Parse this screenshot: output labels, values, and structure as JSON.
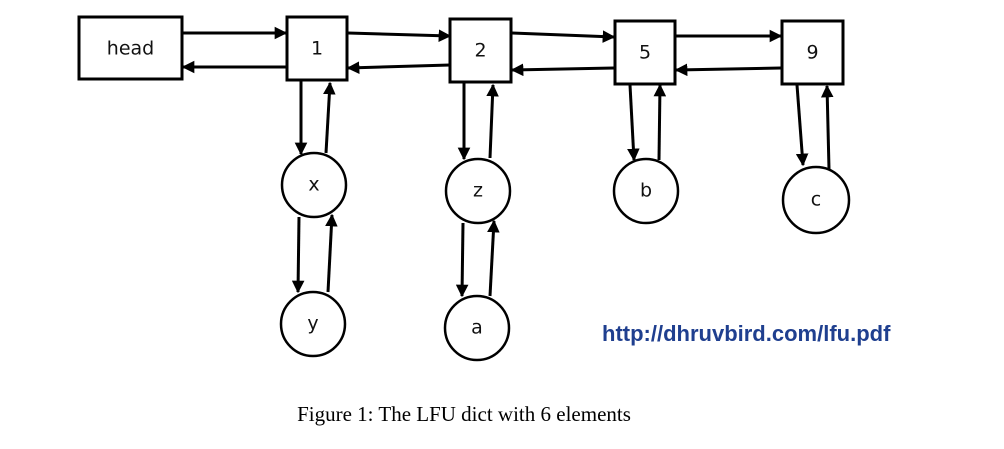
{
  "diagram": {
    "nodes": {
      "head": "head",
      "f1": "1",
      "f2": "2",
      "f5": "5",
      "f9": "9",
      "x": "x",
      "y": "y",
      "z": "z",
      "a": "a",
      "b": "b",
      "c": "c"
    },
    "url": "http://dhruvbird.com/lfu.pdf",
    "url_color": "#1f3f8f",
    "caption": "Figure 1: The LFU dict with 6 elements"
  }
}
